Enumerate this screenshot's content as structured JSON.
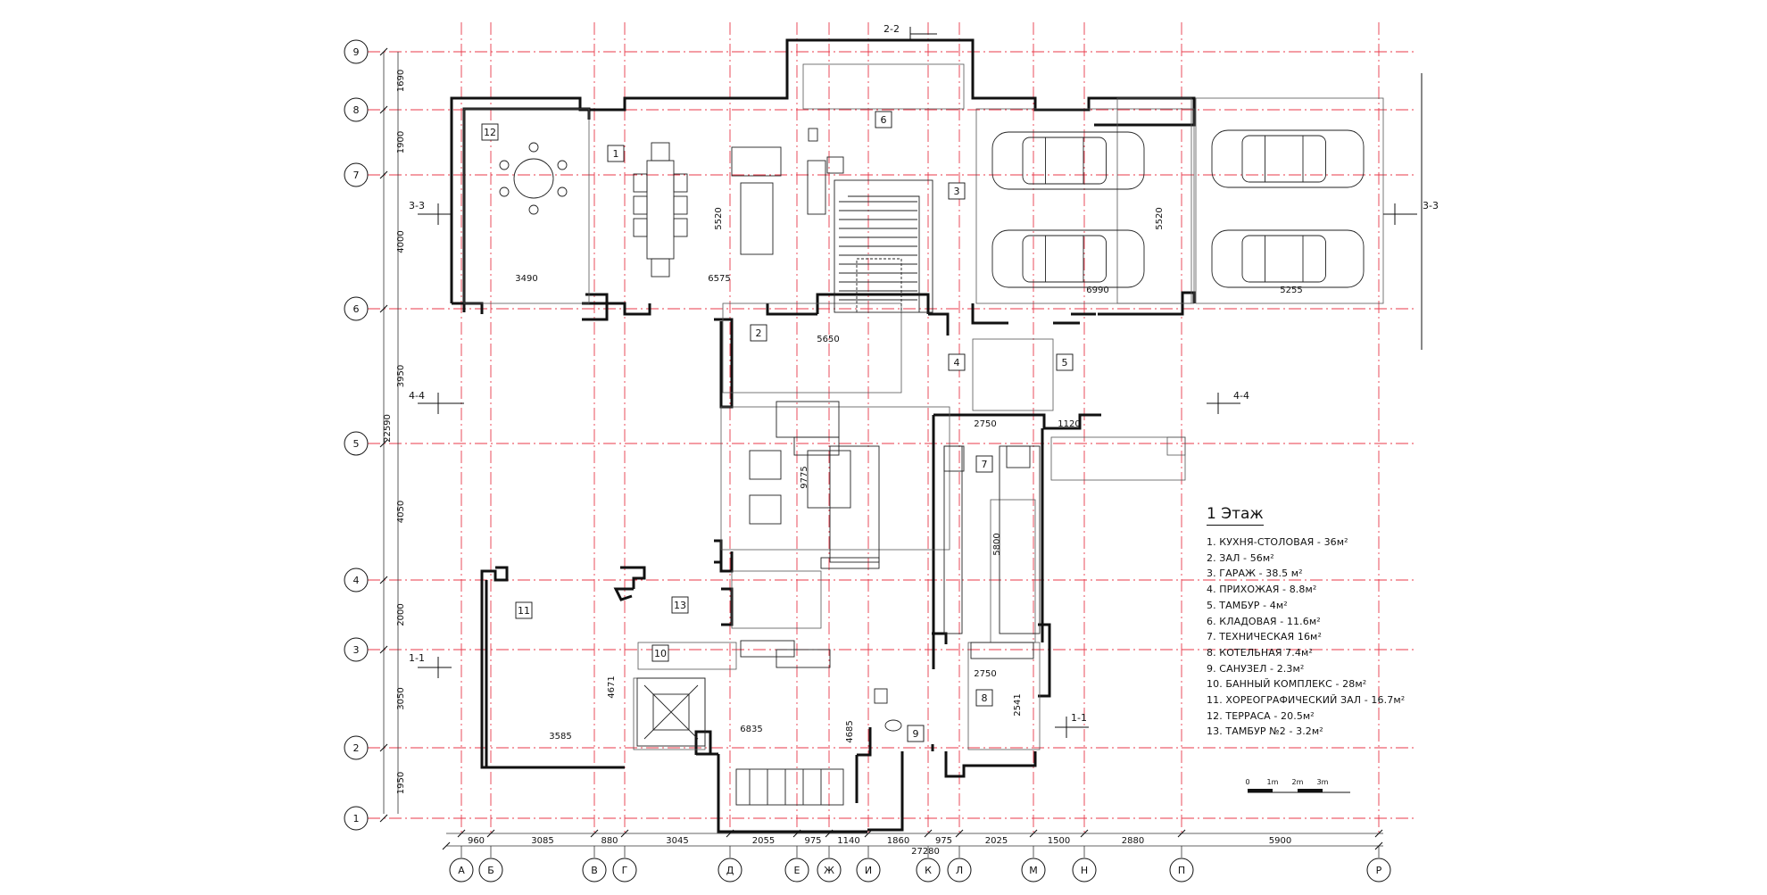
{
  "drawing": {
    "floor_title": "1 Этаж",
    "overall_dimension": "27280",
    "vertical_total": "22590"
  },
  "row_axes": [
    "1",
    "2",
    "3",
    "4",
    "5",
    "6",
    "7",
    "8",
    "9"
  ],
  "column_axes": [
    "А",
    "Б",
    "В",
    "Г",
    "Д",
    "Е",
    "Ж",
    "И",
    "К",
    "Л",
    "М",
    "Н",
    "П",
    "Р"
  ],
  "column_spacing": [
    "960",
    "3085",
    "880",
    "3045",
    "2055",
    "975",
    "1140",
    "1860",
    "975",
    "2025",
    "1500",
    "2880",
    "5900"
  ],
  "row_spacing": [
    "1950",
    "3050",
    "2000",
    "4050",
    "3950",
    "4000",
    "1900",
    "1690"
  ],
  "section_marks": [
    "2-2",
    "3-3",
    "3-3",
    "4-4",
    "4-4",
    "1-1",
    "1-1"
  ],
  "room_numbers": [
    "1",
    "2",
    "3",
    "4",
    "5",
    "6",
    "7",
    "8",
    "9",
    "10",
    "11",
    "12",
    "13"
  ],
  "interior_dims": [
    "3490",
    "6575",
    "5520",
    "5520",
    "6990",
    "5255",
    "5650",
    "2750",
    "1120",
    "9775",
    "5800",
    "2750",
    "2541",
    "4671",
    "3585",
    "6835",
    "4685"
  ],
  "legend": {
    "items": [
      "1. КУХНЯ-СТОЛОВАЯ - 36м²",
      "2. ЗАЛ - 56м²",
      "3. ГАРАЖ - 38.5 м²",
      "4. ПРИХОЖАЯ - 8.8м²",
      "5. ТАМБУР - 4м²",
      "6. КЛАДОВАЯ - 11.6м²",
      "7. ТЕХНИЧЕСКАЯ 16м²",
      "8. КОТЕЛЬНАЯ 7.4м²",
      "9. САНУЗЕЛ - 2.3м²",
      "10. БАННЫЙ КОМПЛЕКС - 28м²",
      "11. ХОРЕОГРАФИЧЕСКИЙ ЗАЛ - 16.7м²",
      "12. ТЕРРАСА - 20.5м²",
      "13. ТАМБУР №2 - 3.2м²"
    ]
  },
  "scale_bar": {
    "labels": [
      "0",
      "1m",
      "2m",
      "3m"
    ]
  },
  "colors": {
    "axis_line": "#e8394a",
    "wall": "#111111",
    "thin_line": "#555555"
  }
}
